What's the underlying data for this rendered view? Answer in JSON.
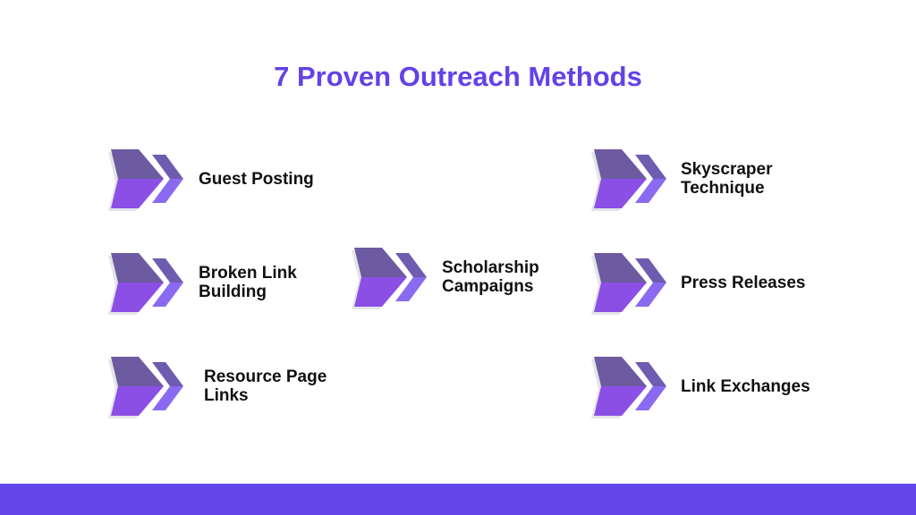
{
  "title": "7 Proven Outreach Methods",
  "colors": {
    "accent": "#6441e8",
    "footer": "#6246ea",
    "chevron_top": "#6c5ba0",
    "chevron_bottom": "#8b4fe6"
  },
  "icon": "double-chevron-right-icon",
  "methods": [
    {
      "line1": "Guest Posting",
      "line2": ""
    },
    {
      "line1": "Broken Link",
      "line2": "Building"
    },
    {
      "line1": "Resource Page",
      "line2": "Links"
    },
    {
      "line1": "Scholarship",
      "line2": "Campaigns"
    },
    {
      "line1": "Skyscraper",
      "line2": "Technique"
    },
    {
      "line1": "Press Releases",
      "line2": ""
    },
    {
      "line1": "Link Exchanges",
      "line2": ""
    }
  ]
}
